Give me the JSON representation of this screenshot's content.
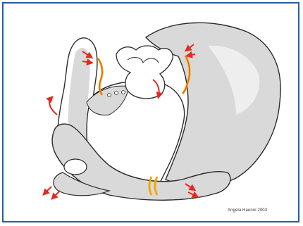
{
  "figure": {
    "credit": "Angela Haenni  2003",
    "colors": {
      "frame": "#1f5fa6",
      "bone_fill": "#d9d9d9",
      "bone_light": "#eeeeee",
      "outline": "#2b2b2b",
      "joint": "#f2a900",
      "joint_inner": "#e8492a",
      "arrow": "#e32a1f"
    },
    "arrows": [
      {
        "name": "arrow-left-sacroiliac",
        "icon": "curved-arrow-icon"
      },
      {
        "name": "arrow-right-sacroiliac",
        "icon": "curved-arrow-icon"
      },
      {
        "name": "arrow-sacrum-down",
        "icon": "curved-arrow-icon"
      },
      {
        "name": "arrow-iliac-outward",
        "icon": "curved-arrow-icon"
      },
      {
        "name": "arrow-lower-left",
        "icon": "double-arrow-icon"
      },
      {
        "name": "arrow-lower-right",
        "icon": "double-arrow-icon"
      }
    ]
  }
}
